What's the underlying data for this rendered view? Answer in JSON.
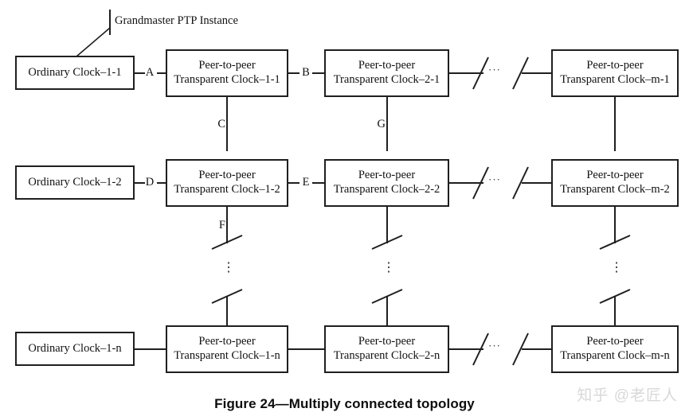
{
  "figure": {
    "caption": "Figure 24—Multiply connected topology",
    "watermark": "知乎 @老匠人",
    "annotation": "Grandmaster PTP Instance"
  },
  "colors": {
    "line": "#1f1f1f",
    "box_fill": "#ffffff",
    "box_stroke": "#1f1f1f",
    "text": "#111111",
    "caption": "#0d0d0d",
    "watermark": "#d8d8d8"
  },
  "rows": [
    {
      "id": "row-1",
      "ordinary_clock": "Ordinary Clock–1-1",
      "transparent_clocks": [
        {
          "line1": "Peer-to-peer",
          "line2": "Transparent Clock–1-1"
        },
        {
          "line1": "Peer-to-peer",
          "line2": "Transparent Clock–2-1"
        },
        {
          "line1": "Peer-to-peer",
          "line2": "Transparent Clock–m-1"
        }
      ],
      "horizontal_port_labels": [
        "A",
        "B"
      ],
      "break_ellipsis": "···"
    },
    {
      "id": "row-2",
      "ordinary_clock": "Ordinary Clock–1-2",
      "transparent_clocks": [
        {
          "line1": "Peer-to-peer",
          "line2": "Transparent Clock–1-2"
        },
        {
          "line1": "Peer-to-peer",
          "line2": "Transparent Clock–2-2"
        },
        {
          "line1": "Peer-to-peer",
          "line2": "Transparent Clock–m-2"
        }
      ],
      "horizontal_port_labels": [
        "D",
        "E"
      ],
      "break_ellipsis": "···"
    },
    {
      "id": "row-n",
      "ordinary_clock": "Ordinary Clock–1-n",
      "transparent_clocks": [
        {
          "line1": "Peer-to-peer",
          "line2": "Transparent Clock–1-n"
        },
        {
          "line1": "Peer-to-peer",
          "line2": "Transparent Clock–2-n"
        },
        {
          "line1": "Peer-to-peer",
          "line2": "Transparent Clock–m-n"
        }
      ],
      "horizontal_port_labels": [
        "",
        ""
      ],
      "break_ellipsis": "···"
    }
  ],
  "vertical_port_labels": {
    "col1_row1_to_row2": "C",
    "col2_row1_to_row2": "G",
    "col1_row2_to_rown": "F"
  },
  "vertical_ellipsis": "⋮"
}
